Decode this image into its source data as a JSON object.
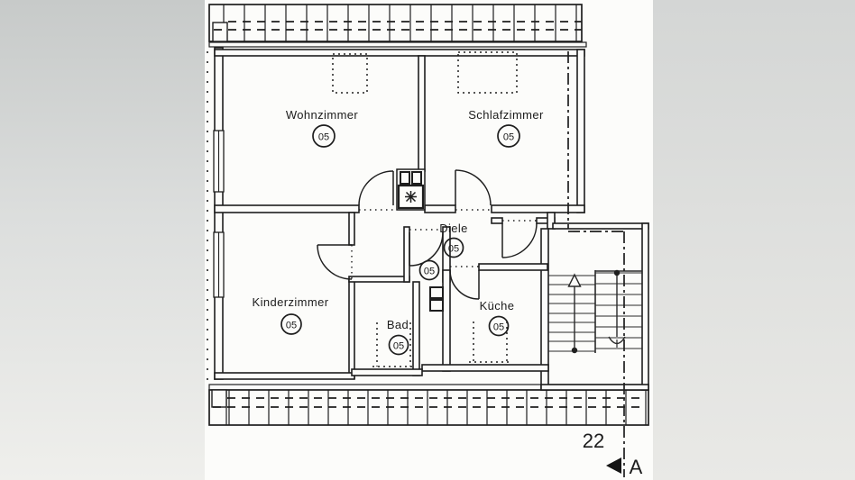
{
  "background": {
    "backdrop_color": "#cfd1d0",
    "page_color": "#fcfcfa",
    "ink_color": "#1e1e1e"
  },
  "rooms": {
    "wohnzimmer": {
      "label": "Wohnzimmer",
      "unit": "05"
    },
    "schlafzimmer": {
      "label": "Schlafzimmer",
      "unit": "05"
    },
    "kinderzimmer": {
      "label": "Kinderzimmer",
      "unit": "05"
    },
    "diele": {
      "label": "Diele",
      "unit": "05"
    },
    "flur_vor_bad": {
      "unit": "05"
    },
    "bad": {
      "label": "Bad",
      "unit": "05"
    },
    "kueche": {
      "label": "Küche",
      "unit": "05"
    }
  },
  "annotations": {
    "number_22": "22",
    "section_letter": "A"
  }
}
